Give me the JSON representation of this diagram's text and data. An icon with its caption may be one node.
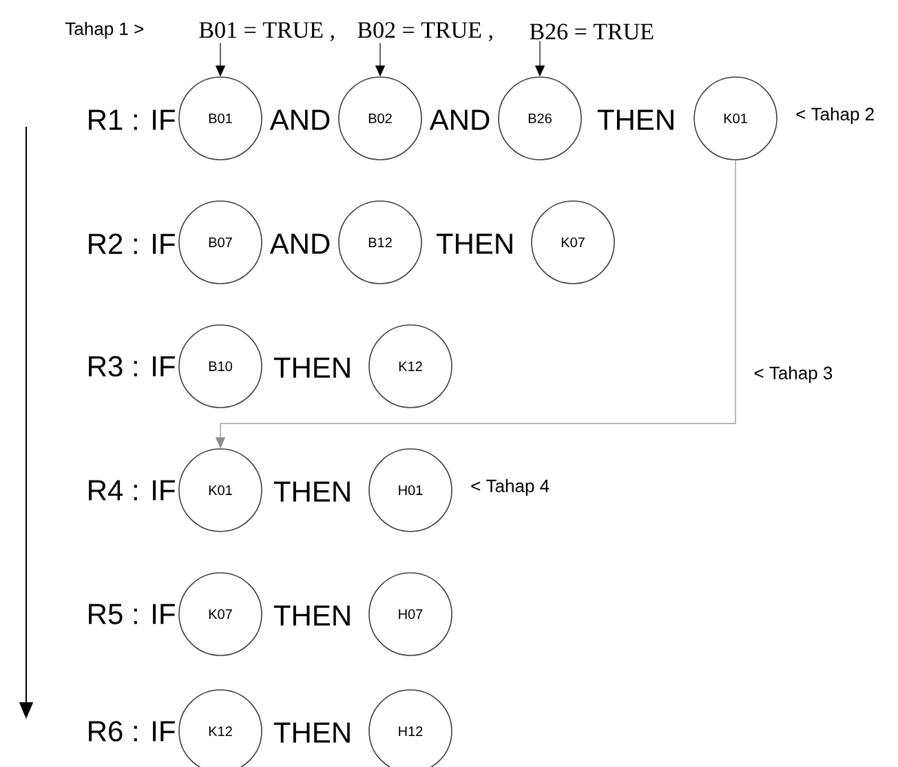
{
  "diagram": {
    "nodes": [
      {
        "text": [
          "B01 = TRUE ,"
        ]
      },
      {
        "text": [
          "B02 = TRUE ,"
        ]
      },
      {
        "text": [
          "B26 = TRUE"
        ]
      },
      {
        "text": [
          "B01"
        ]
      },
      {
        "text": [
          "B02"
        ]
      },
      {
        "text": [
          "B26"
        ]
      },
      {
        "text": [
          "K01"
        ],
        "beside": [
          "< Tahap 2"
        ]
      },
      {
        "text": [
          "B07"
        ]
      },
      {
        "text": [
          "B12"
        ]
      },
      {
        "text": [
          "K07"
        ]
      },
      {
        "text": [
          "B10"
        ]
      },
      {
        "text": [
          "K12"
        ]
      },
      {
        "text": [
          "K01"
        ]
      },
      {
        "text": [
          "H01"
        ],
        "beside": [
          "< Tahap 4"
        ]
      },
      {
        "text": [
          "K07"
        ]
      },
      {
        "text": [
          "H07"
        ]
      },
      {
        "text": [
          "K12"
        ]
      },
      {
        "text": [
          "H12"
        ]
      }
    ],
    "edges": [
      {
        "from": 0,
        "to": 3,
        "arrow": "to"
      },
      {
        "from": 1,
        "to": 4,
        "arrow": "to"
      },
      {
        "from": 2,
        "to": 5,
        "arrow": "to"
      },
      {
        "from": 6,
        "to": 12,
        "arrow": "to",
        "color": "#8c8c8c"
      }
    ],
    "labels": [
      "Tahap 1 >",
      "R1 : IF",
      "AND",
      "AND",
      "THEN",
      "R2 : IF",
      "AND",
      "THEN",
      "R3 : IF",
      "THEN",
      "< Tahap 3",
      "R4 : IF",
      "THEN",
      "R5 : IF",
      "THEN",
      "R6 : IF",
      "THEN"
    ]
  }
}
